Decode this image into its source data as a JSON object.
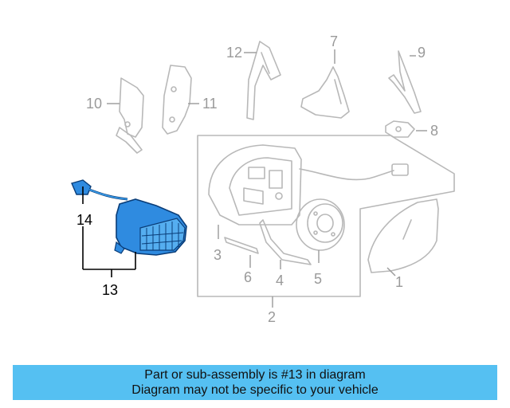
{
  "diagram": {
    "callouts": {
      "c1": "1",
      "c2": "2",
      "c3": "3",
      "c4": "4",
      "c5": "5",
      "c6": "6",
      "c7": "7",
      "c8": "8",
      "c9": "9",
      "c10": "10",
      "c11": "11",
      "c12": "12",
      "c13": "13",
      "c14": "14"
    },
    "highlighted_part": "13",
    "highlight_color": "#1f7fd6"
  },
  "banner": {
    "line1": "Part or sub-assembly is #13 in diagram",
    "line2": "Diagram may not be specific to your vehicle",
    "background": "#55c0f2"
  }
}
